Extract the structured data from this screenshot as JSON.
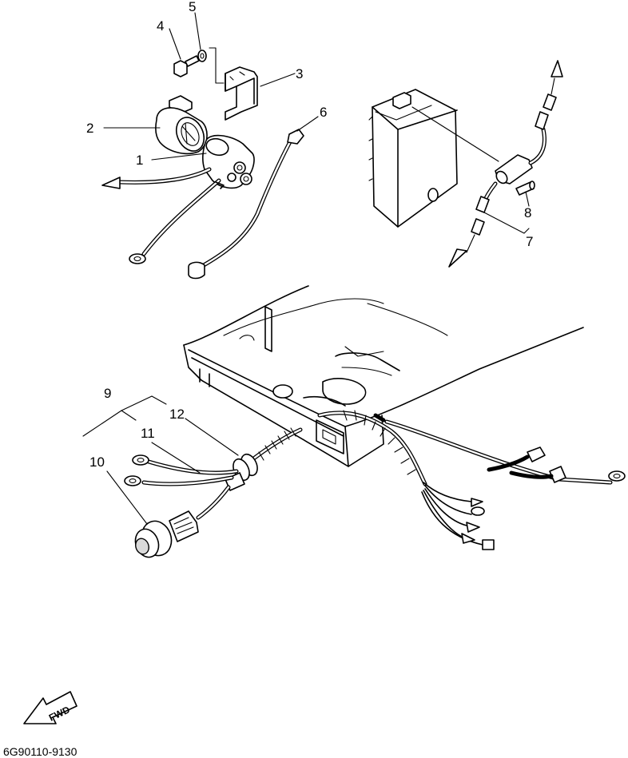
{
  "diagram": {
    "callouts": [
      {
        "id": "1",
        "text": "1"
      },
      {
        "id": "2",
        "text": "2"
      },
      {
        "id": "3",
        "text": "3"
      },
      {
        "id": "4",
        "text": "4"
      },
      {
        "id": "5",
        "text": "5"
      },
      {
        "id": "6",
        "text": "6"
      },
      {
        "id": "7",
        "text": "7"
      },
      {
        "id": "8",
        "text": "8"
      },
      {
        "id": "9",
        "text": "9"
      },
      {
        "id": "10",
        "text": "10"
      },
      {
        "id": "11",
        "text": "11"
      },
      {
        "id": "12",
        "text": "12"
      }
    ],
    "fwd_label": "FWD",
    "drawing_code": "6G90110-9130"
  }
}
